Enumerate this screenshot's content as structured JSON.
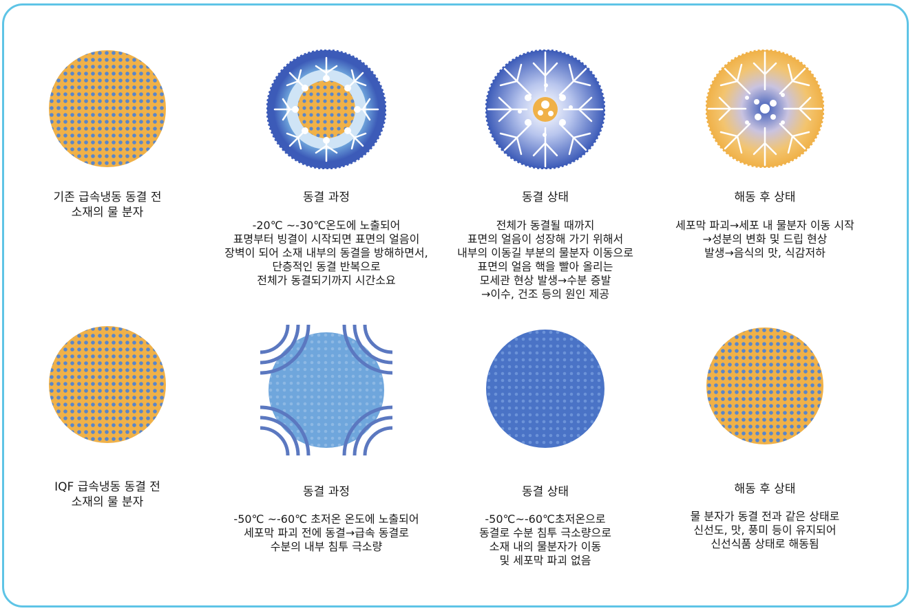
{
  "colors": {
    "frame": "#5ec4e6",
    "orange": "#f0b148",
    "blue": "#4a73c6",
    "lightblue": "#6fa6dc",
    "darkblue": "#3c5bb8"
  },
  "top": [
    {
      "title": [
        "기존 급속냉동 동결 전",
        "소재의 물 분자"
      ],
      "desc": []
    },
    {
      "title": [
        "동결 과정"
      ],
      "desc": [
        "-20℃ ~-30℃온도에 노출되어",
        "표명부터 빙결이 시작되면 표면의 얼음이",
        "장벽이 되어 소재 내부의 동결을 방해하면서,",
        "단층적인 동결 반복으로",
        "전체가 동결되기까지 시간소요"
      ]
    },
    {
      "title": [
        "동결 상태"
      ],
      "desc": [
        "전체가 동결될 때까지",
        "표면의 얼음이 성장해 가기 위해서",
        "내부의 이동길 부분의 물분자 이동으로",
        "표면의 얼음 핵을 빨아 올리는",
        "모세관 현상 발생→수분 증발",
        "→이수, 건조 등의 원인 제공"
      ]
    },
    {
      "title": [
        "해동 후 상태"
      ],
      "desc": [
        "세포막 파괴→세포 내 물분자 이동 시작",
        "→성분의 변화 및 드립 현상",
        "발생→음식의 맛, 식감저하"
      ]
    }
  ],
  "bottom": [
    {
      "title": [
        "IQF 급속냉동 동결 전",
        "소재의 물 분자"
      ],
      "desc": []
    },
    {
      "title": [
        "동결 과정"
      ],
      "desc": [
        "-50℃ ~-60℃ 초저온 온도에 노출되어",
        "세포막 파괴 전에 동결→급속 동결로",
        "수분의 내부 침투 극소량"
      ]
    },
    {
      "title": [
        "동결 상태"
      ],
      "desc": [
        "-50℃~-60℃초저온으로",
        "동결로 수분 침투 극소량으로",
        "소재 내의 물분자가 이동",
        "및 세포막 파괴 없음"
      ]
    },
    {
      "title": [
        "해동 후 상태"
      ],
      "desc": [
        "물 분자가 동결 전과 같은 상태로",
        "신선도, 맛, 풍미 등이 유지되어",
        "신선식품 상태로 해동됨"
      ]
    }
  ]
}
